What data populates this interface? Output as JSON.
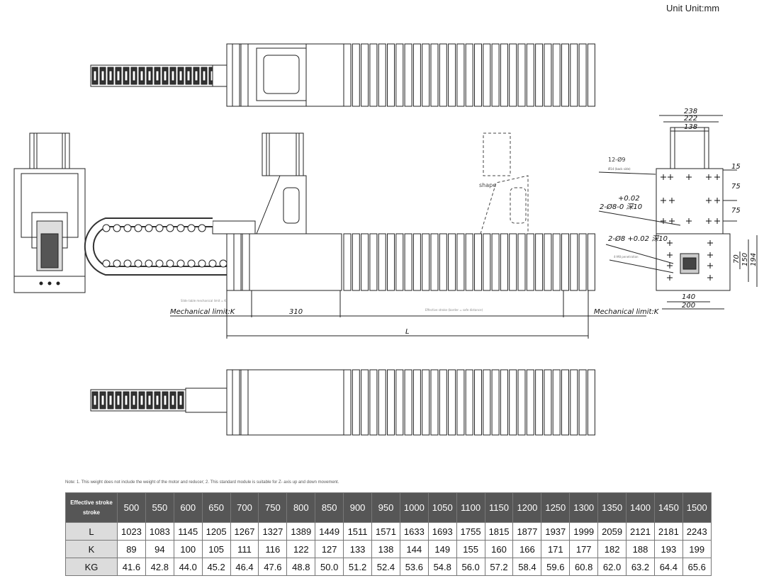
{
  "unit_label": "Unit Unit:mm",
  "labels": {
    "mech_limit_left": "Mechanical limit:K",
    "mech_limit_right": "Mechanical limit:K",
    "dim_310": "310",
    "dim_L": "L",
    "shape": "shape",
    "slide_note": "Slide table mechanical limit = K",
    "stroke_note": "Effective stroke (border = safe distance)",
    "dim_238": "238",
    "dim_222": "222",
    "dim_138": "138",
    "dim_15": "15",
    "dim_75a": "75",
    "dim_75b": "75",
    "dim_70": "70",
    "dim_150": "150",
    "dim_194": "194",
    "dim_140": "140",
    "dim_200": "200",
    "hole_12": "12-Ø9",
    "hole_12_sub": "Ø14 (back side)",
    "pin_top_tol": "+0.02",
    "pin_top": "2-Ø8-0  深10",
    "pin_bottom": "2-Ø8 +0.02 深10",
    "penetration": "4-M8 penetration"
  },
  "note": "Note: 1. This weight does not include the weight of the motor and reducer; 2. This standard module is suitable for Z- axis up and down movement.",
  "table": {
    "header_label_1": "Effective stroke",
    "header_label_2": "stroke",
    "strokes": [
      "500",
      "550",
      "600",
      "650",
      "700",
      "750",
      "800",
      "850",
      "900",
      "950",
      "1000",
      "1050",
      "1100",
      "1150",
      "1200",
      "1250",
      "1300",
      "1350",
      "1400",
      "1450",
      "1500"
    ],
    "rows": [
      {
        "label": "L",
        "values": [
          "1023",
          "1083",
          "1145",
          "1205",
          "1267",
          "1327",
          "1389",
          "1449",
          "1511",
          "1571",
          "1633",
          "1693",
          "1755",
          "1815",
          "1877",
          "1937",
          "1999",
          "2059",
          "2121",
          "2181",
          "2243"
        ]
      },
      {
        "label": "K",
        "values": [
          "89",
          "94",
          "100",
          "105",
          "111",
          "116",
          "122",
          "127",
          "133",
          "138",
          "144",
          "149",
          "155",
          "160",
          "166",
          "171",
          "177",
          "182",
          "188",
          "193",
          "199"
        ]
      },
      {
        "label": "KG",
        "values": [
          "41.6",
          "42.8",
          "44.0",
          "45.2",
          "46.4",
          "47.6",
          "48.8",
          "50.0",
          "51.2",
          "52.4",
          "53.6",
          "54.8",
          "56.0",
          "57.2",
          "58.4",
          "59.6",
          "60.8",
          "62.0",
          "63.2",
          "64.4",
          "65.6"
        ]
      }
    ]
  }
}
